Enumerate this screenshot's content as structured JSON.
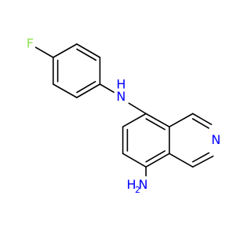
{
  "molecule": {
    "colors": {
      "bond": "#000000",
      "nitrogen": "#0000ff",
      "fluorine": "#90e050",
      "background": "#ffffff"
    },
    "atoms": {
      "fluorine": {
        "symbol": "F"
      },
      "amine_nh": {
        "symbol": "N",
        "hydrogen": "H"
      },
      "ring_n": {
        "symbol": "N"
      },
      "amino": {
        "symbol": "N",
        "hydrogen": "H",
        "h_count": "2"
      }
    }
  }
}
